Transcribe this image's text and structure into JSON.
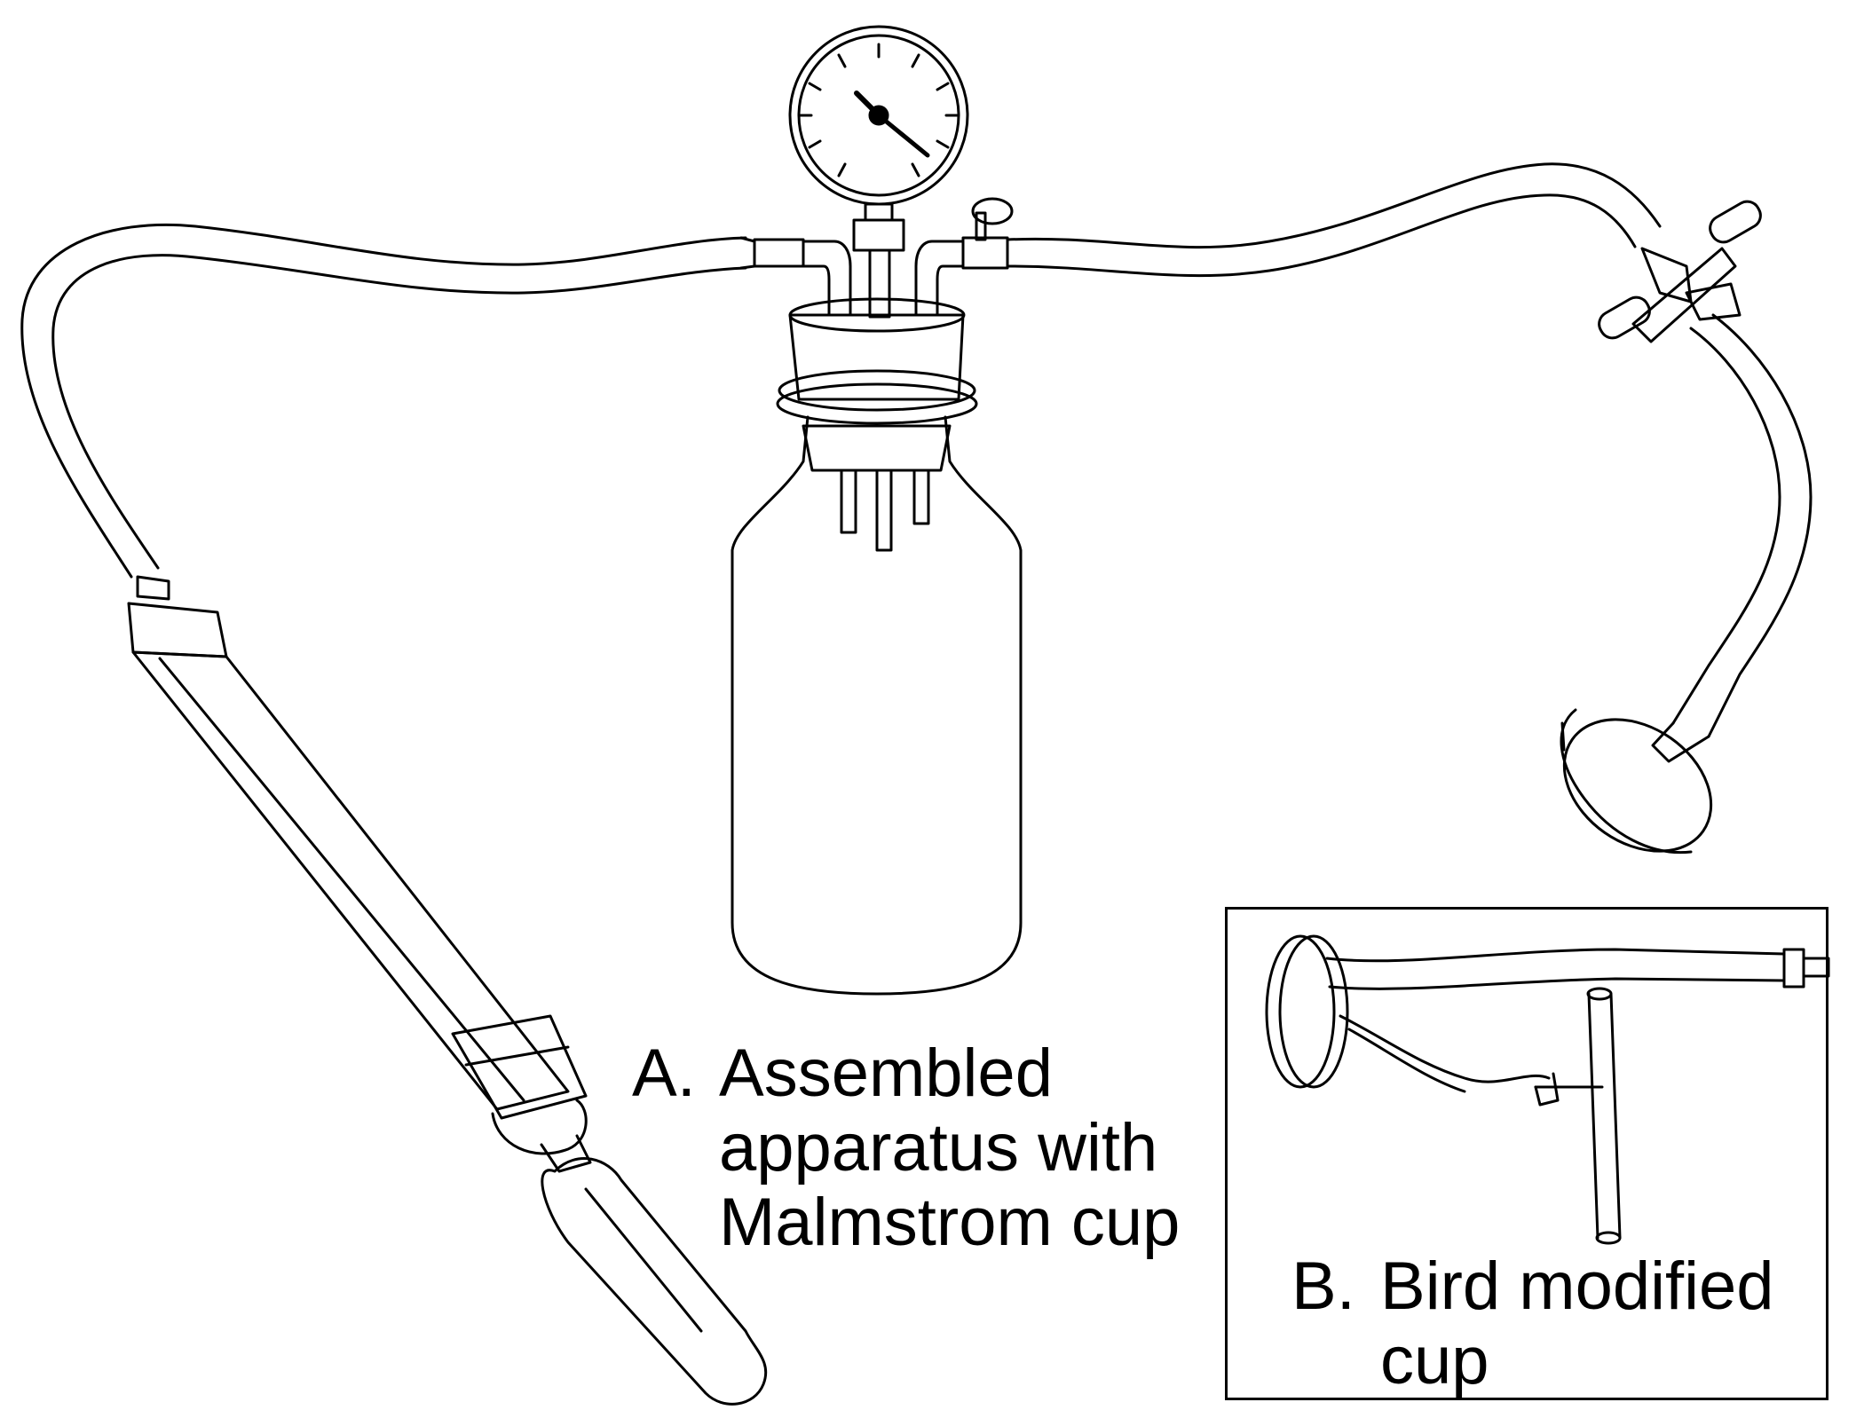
{
  "caption_a": {
    "letter": "A.",
    "lines": [
      "Assembled",
      "apparatus with",
      "Malmstrom cup"
    ]
  },
  "caption_b": {
    "letter": "B.",
    "lines": [
      "Bird modified",
      "cup"
    ]
  },
  "colors": {
    "line": "#000000",
    "background": "#ffffff"
  }
}
